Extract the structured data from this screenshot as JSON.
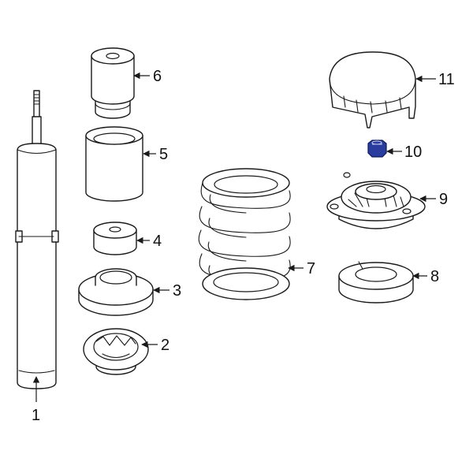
{
  "callouts": [
    {
      "id": "1",
      "label": "1"
    },
    {
      "id": "2",
      "label": "2"
    },
    {
      "id": "3",
      "label": "3"
    },
    {
      "id": "4",
      "label": "4"
    },
    {
      "id": "5",
      "label": "5"
    },
    {
      "id": "6",
      "label": "6"
    },
    {
      "id": "7",
      "label": "7"
    },
    {
      "id": "8",
      "label": "8"
    },
    {
      "id": "9",
      "label": "9"
    },
    {
      "id": "10",
      "label": "10"
    },
    {
      "id": "11",
      "label": "11"
    }
  ],
  "colors": {
    "line": "#1a1a1a",
    "background": "#ffffff",
    "highlighted_part": "#2a3d9e"
  },
  "highlighted_callout": "10"
}
